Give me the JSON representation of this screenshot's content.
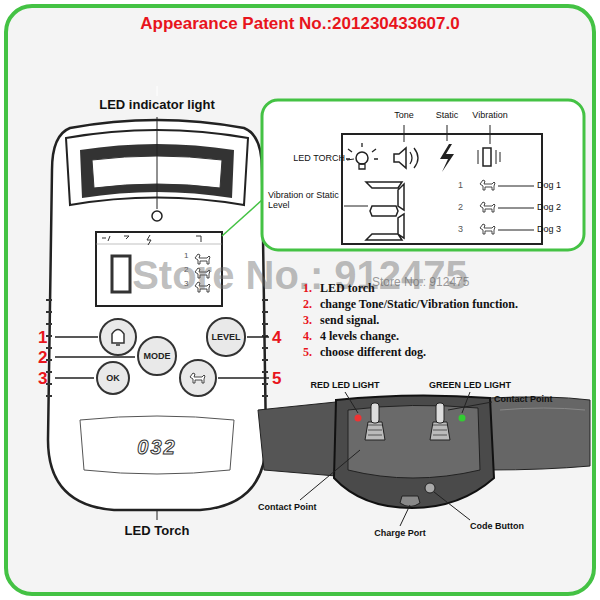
{
  "diagram": {
    "title": "Appearance Patent No.:201230433607.0",
    "nodes": [
      {
        "text": [
          "LEVEL"
        ]
      },
      {
        "text": [
          "MODE"
        ]
      },
      {
        "text": [
          "OK"
        ]
      }
    ],
    "labels": [
      "LED indicator light",
      "LED Torch",
      "032",
      "1",
      "2",
      "3",
      "4",
      "5",
      "1",
      "2",
      "3",
      "Tone",
      "Static",
      "Vibration",
      "LED TORCH",
      "Vibration or Static Level",
      "1",
      "2",
      "3",
      "Dog 1",
      "Dog 2",
      "Dog 3",
      "Store No.: 912475",
      "Store No.: 912475",
      "1.",
      "LED torch",
      "2.",
      "change Tone/Static/Vibration function.",
      "3.",
      "send signal.",
      "4.",
      "4 levels change.",
      "5.",
      "choose different dog.",
      "RED LED LIGHT",
      "GREEN LED LIGHT",
      "Contact Point",
      "Contact Point",
      "Charge Port",
      "Code Button"
    ]
  }
}
